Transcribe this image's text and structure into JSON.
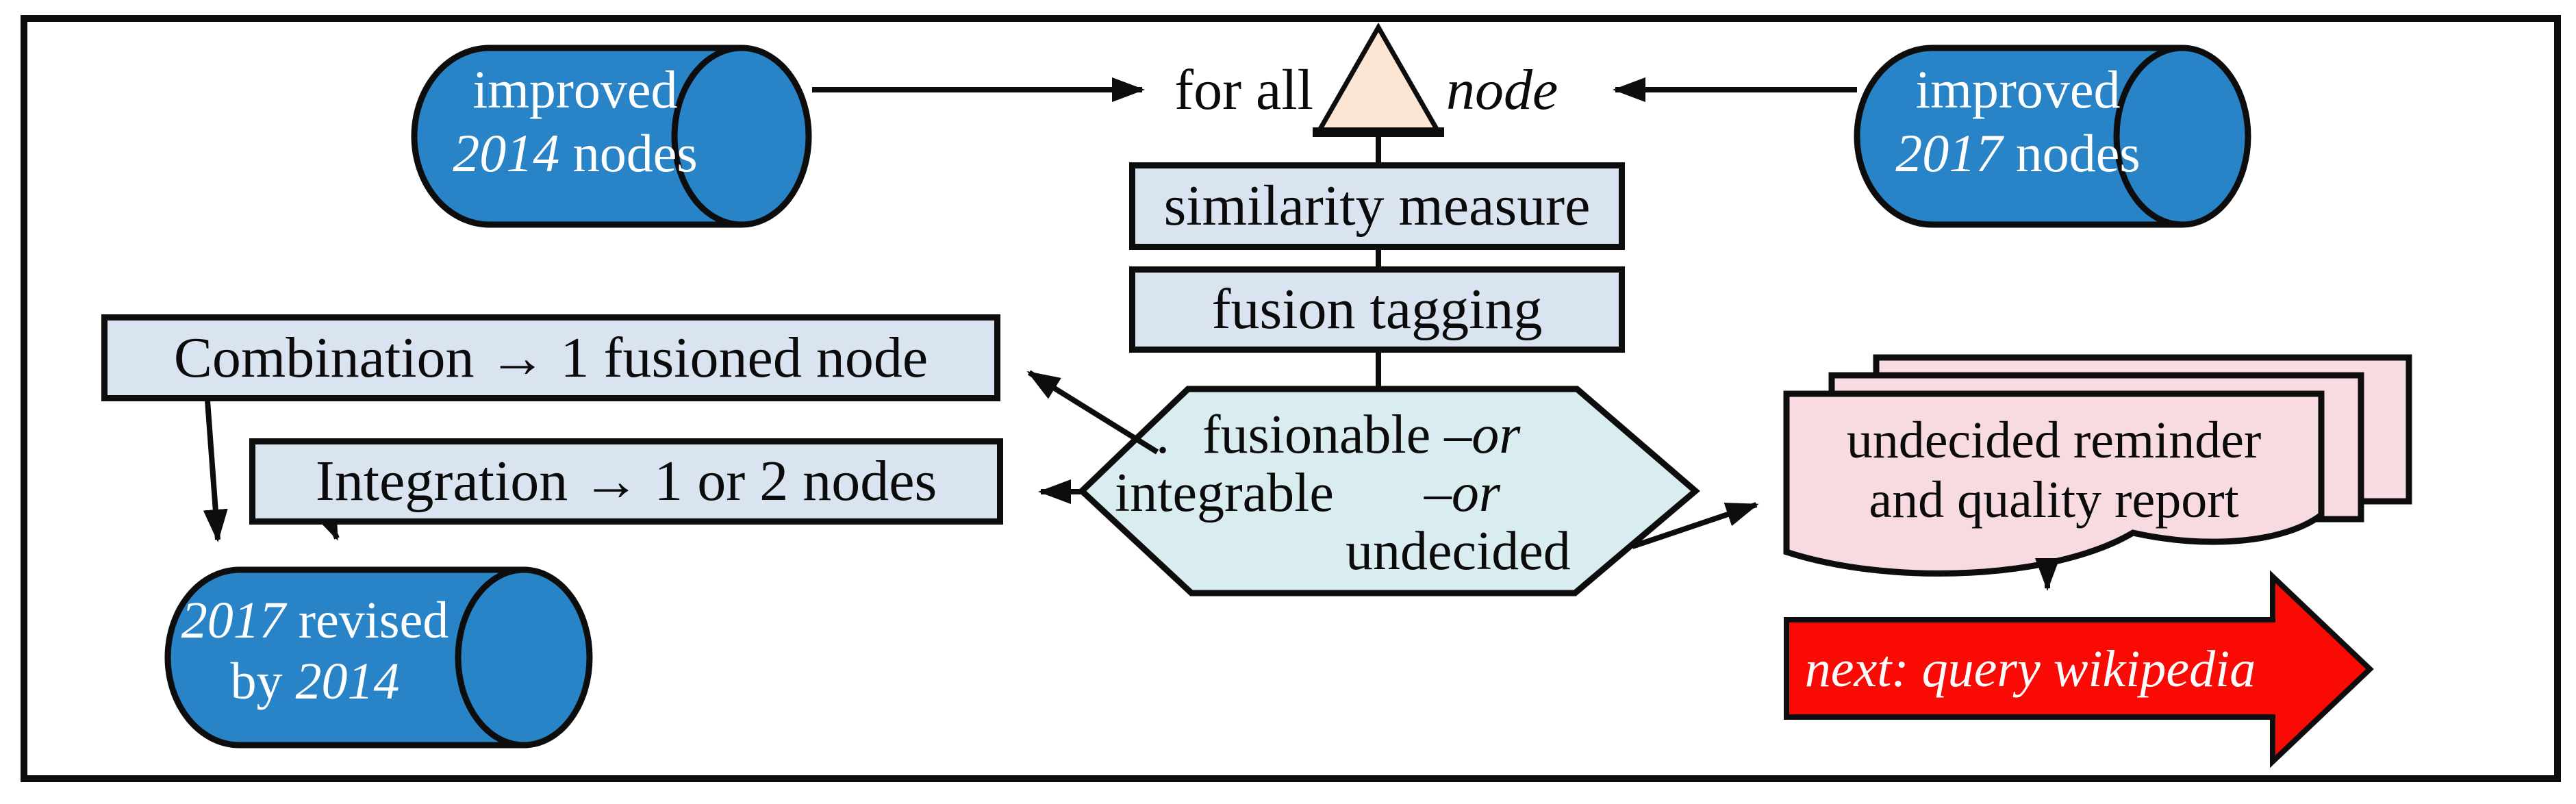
{
  "diagram": {
    "source_left": {
      "line1": "improved",
      "year": "2014",
      "suffix": " nodes"
    },
    "source_right": {
      "line1": "improved",
      "year": "2017",
      "suffix": " nodes"
    },
    "loop": {
      "for_all": "for all",
      "node": "node"
    },
    "steps": {
      "similarity": "similarity measure",
      "fusion": "fusion tagging"
    },
    "outcomes": {
      "combination": "Combination → 1 fusioned node",
      "integration": "Integration → 1 or 2 nodes"
    },
    "decision": {
      "dot": ".",
      "line1": "fusionable – ",
      "line1_or": "or",
      "line2": "integrable",
      "line2_dash": "– ",
      "line2_or": "or",
      "line3": "undecided"
    },
    "result": {
      "year1": "2017",
      "line1_rest": " revised",
      "line2_pre": "by ",
      "year2": "2014"
    },
    "report": {
      "line1": "undecided reminder",
      "line2": "and quality report"
    },
    "next": {
      "label": "next: query wikipedia"
    },
    "colors": {
      "cylinder_blue": "#2884c6",
      "box_blue": "#dae4f0",
      "hexagon_cyan": "#d9edf1",
      "triangle_peach": "#fce5d2",
      "document_pink": "#f7dbe0",
      "arrow_red": "#fa0a05",
      "line_black": "#0d0d0d"
    }
  }
}
